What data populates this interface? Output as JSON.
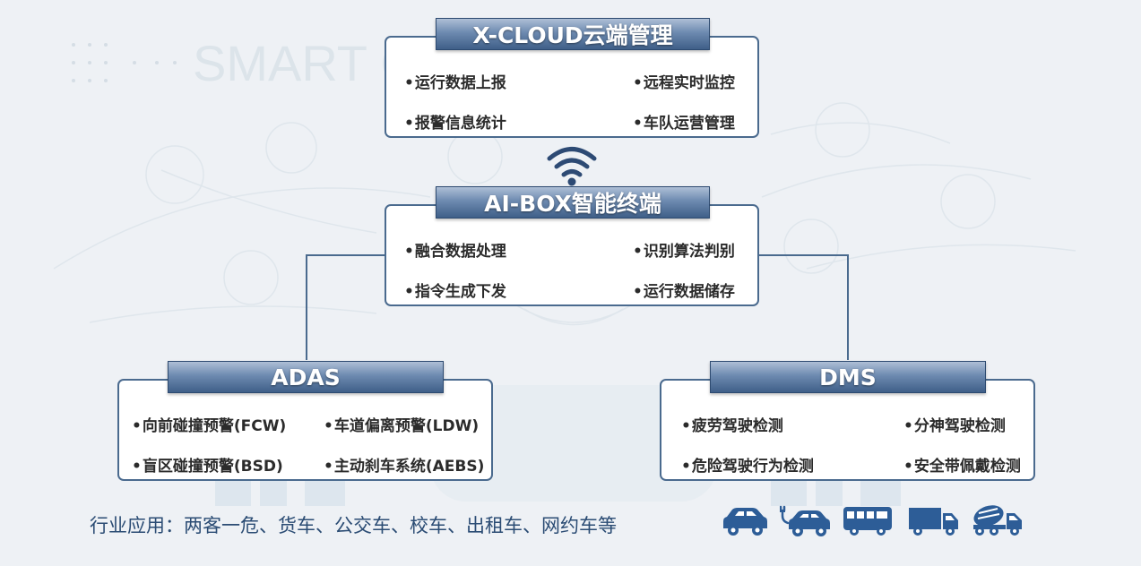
{
  "cloud": {
    "title": "X-CLOUD云端管理",
    "items": [
      "运行数据上报",
      "远程实时监控",
      "报警信息统计",
      "车队运营管理"
    ]
  },
  "aibox": {
    "title": "AI-BOX智能终端",
    "items": [
      "融合数据处理",
      "识别算法判别",
      "指令生成下发",
      "运行数据储存"
    ]
  },
  "adas": {
    "title": "ADAS",
    "items": [
      "向前碰撞预警(FCW)",
      "车道偏离预警(LDW)",
      "盲区碰撞预警(BSD)",
      "主动刹车系统(AEBS)"
    ]
  },
  "dms": {
    "title": "DMS",
    "items": [
      "疲劳驾驶检测",
      "分神驾驶检测",
      "危险驾驶行为检测",
      "安全带佩戴检测"
    ]
  },
  "background_text": "SMART C",
  "footer": {
    "text": "行业应用：两客一危、货车、公交车、校车、出租车、网约车等"
  },
  "icons": {
    "wifi": "wifi-icon",
    "vehicles": [
      "car-icon",
      "electric-car-icon",
      "bus-icon",
      "truck-icon",
      "mixer-truck-icon"
    ]
  },
  "colors": {
    "border": "#4a6a8e",
    "title_dark": "#3f5f88",
    "title_light": "#aebfd6",
    "wifi": "#2d4a74",
    "footer_text": "#2b4c74",
    "vehicle": "#2d5d97"
  }
}
